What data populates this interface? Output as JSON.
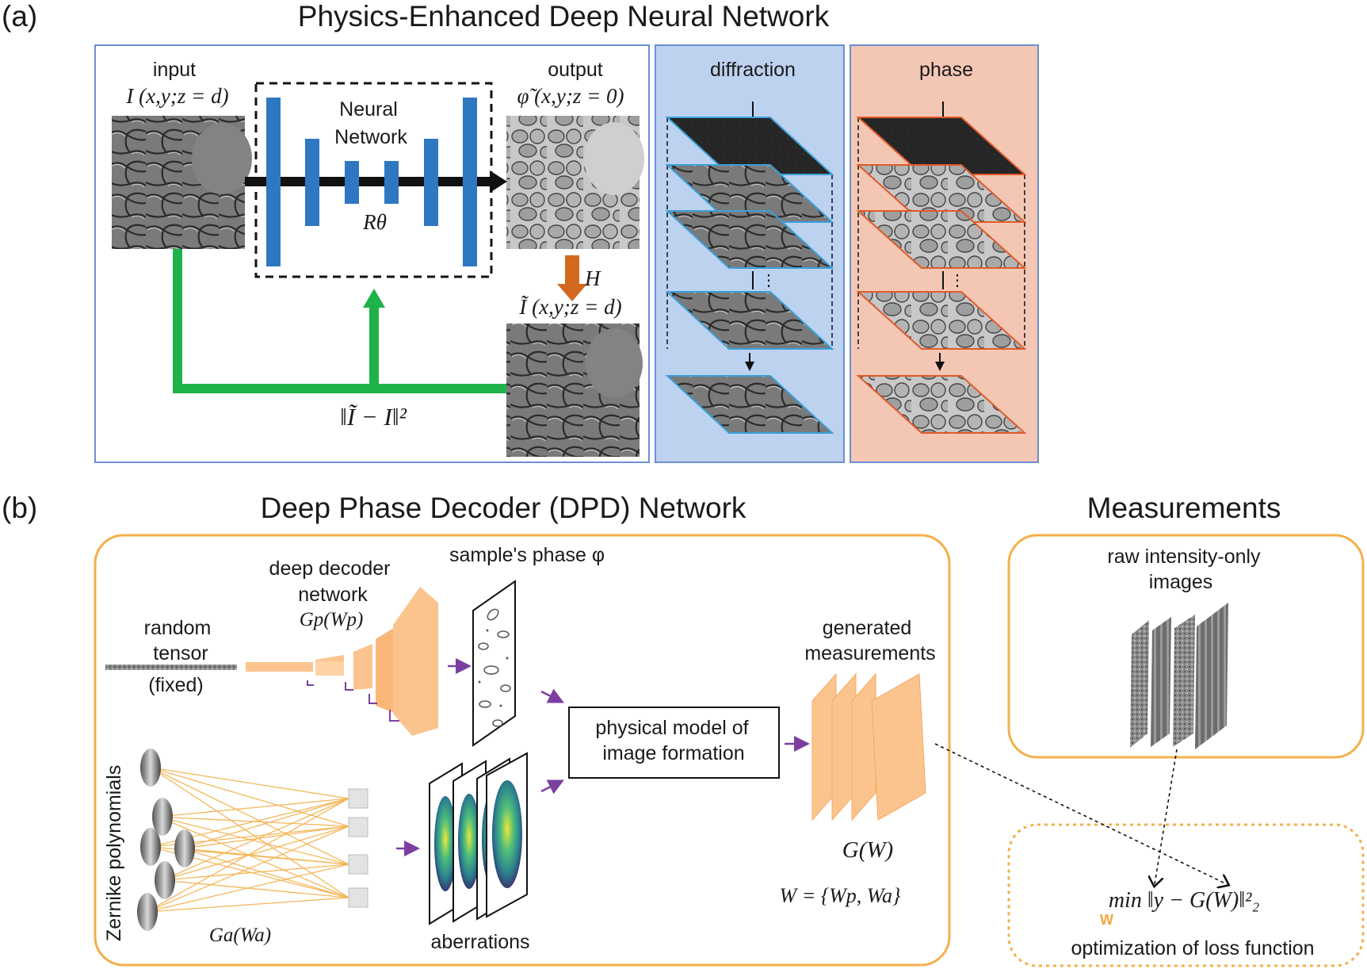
{
  "panel_a": {
    "letter": "(a)",
    "title": "Physics-Enhanced Deep Neural Network",
    "input_label": "input",
    "input_expr": "I (x,y;z = d)",
    "nn_label_1": "Neural",
    "nn_label_2": "Network",
    "r_theta": "Rθ",
    "output_label": "output",
    "output_expr": "φ̃ (x,y;z = 0)",
    "h_label": "H",
    "recon_expr": "Ĩ (x,y;z = d)",
    "loss_expr": "‖Ĩ − I‖²",
    "diffraction_label": "diffraction",
    "phase_label": "phase",
    "colors": {
      "nn_blue": "#2e78c2",
      "arrow_green": "#1fb24a",
      "arrow_orange": "#d2691e",
      "diff_bg": "#bcd2ef",
      "phase_bg": "#f4c7b5"
    }
  },
  "panel_b": {
    "letter": "(b)",
    "title": "Deep Phase Decoder (DPD) Network",
    "measurements_title": "Measurements",
    "random_tensor_1": "random",
    "random_tensor_2": "tensor",
    "random_tensor_3": "(fixed)",
    "deep_decoder_1": "deep decoder",
    "deep_decoder_2": "network",
    "gp": "Gp(Wp)",
    "samples_phase": "sample's phase φ",
    "zernike": "Zernike polynomials",
    "ga": "Ga(Wa)",
    "aberrations": "aberrations",
    "physical_model_1": "physical model of",
    "physical_model_2": "image formation",
    "generated_1": "generated",
    "generated_2": "measurements",
    "g_w": "G(W)",
    "w_def": "W = {Wp, Wa}",
    "raw_1": "raw intensity-only",
    "raw_2": "images",
    "min_expr": "min ‖y − G(W)‖²₂",
    "min_sub": "W",
    "optimization": "optimization of loss function",
    "colors": {
      "box_orange": "#f3b04a",
      "peach": "#fbc48e",
      "purple_arrow": "#7b3fa0"
    }
  }
}
